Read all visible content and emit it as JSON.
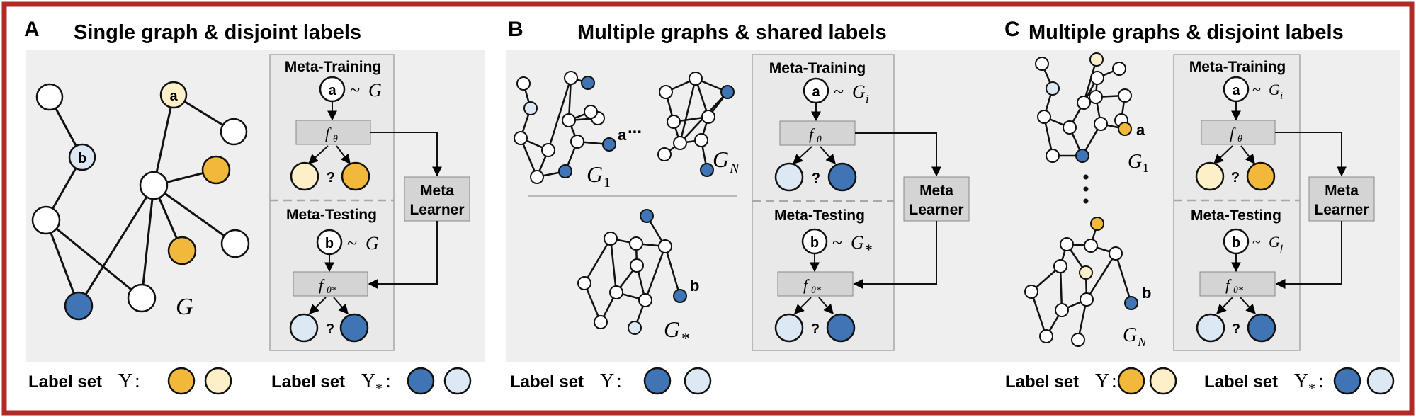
{
  "colors": {
    "frame": "#b22a25",
    "panel_bg": "#efefef",
    "orange": "#f2b83b",
    "cream": "#fdf0c8",
    "blue": "#3f74b5",
    "lightblue": "#dde8f5",
    "white": "#ffffff",
    "box_fill": "#d4d4d4"
  },
  "panels": [
    {
      "letter": "A",
      "title": "Single graph & disjoint labels",
      "meta_training": "Meta-Training",
      "meta_testing": "Meta-Testing",
      "meta_learner": [
        "Meta",
        "Learner"
      ],
      "node_a": "a",
      "node_b": "b",
      "sample_train": "G",
      "sample_test": "G",
      "graph_label": "G",
      "f_train": "θ",
      "f_test": "θ*",
      "question": "?",
      "footer": [
        {
          "text": "Label set",
          "symbol": "Y",
          "sub": "",
          "colors": [
            "orange",
            "cream"
          ]
        },
        {
          "text": "Label set",
          "symbol": "Y",
          "sub": "*",
          "colors": [
            "blue",
            "lightblue"
          ]
        }
      ]
    },
    {
      "letter": "B",
      "title": "Multiple graphs & shared labels",
      "meta_training": "Meta-Training",
      "meta_testing": "Meta-Testing",
      "meta_learner": [
        "Meta",
        "Learner"
      ],
      "node_a": "a",
      "node_b": "b",
      "sample_train": "G",
      "sample_train_sub": "i",
      "sample_test": "G",
      "sample_test_sub": "*",
      "graph1_label": "G",
      "graph1_sub": "1",
      "graphN_label": "G",
      "graphN_sub": "N",
      "graphStar_label": "G",
      "graphStar_sub": "*",
      "ellipsis": "...",
      "f_train": "θ",
      "f_test": "θ*",
      "question": "?",
      "footer": [
        {
          "text": "Label set",
          "symbol": "Y",
          "sub": "",
          "colors": [
            "blue",
            "lightblue"
          ]
        }
      ]
    },
    {
      "letter": "C",
      "title": "Multiple graphs & disjoint labels",
      "meta_training": "Meta-Training",
      "meta_testing": "Meta-Testing",
      "meta_learner": [
        "Meta",
        "Learner"
      ],
      "node_a": "a",
      "node_b": "b",
      "sample_train": "G",
      "sample_train_sub": "i",
      "sample_test": "G",
      "sample_test_sub": "j",
      "graph1_label": "G",
      "graph1_sub": "1",
      "graphN_label": "G",
      "graphN_sub": "N",
      "f_train": "θ",
      "f_test": "θ*",
      "question": "?",
      "footer": [
        {
          "text": "Label set",
          "symbol": "Y",
          "sub": "",
          "colors": [
            "orange",
            "cream"
          ]
        },
        {
          "text": "Label set",
          "symbol": "Y",
          "sub": "*",
          "colors": [
            "blue",
            "lightblue"
          ]
        }
      ]
    }
  ]
}
